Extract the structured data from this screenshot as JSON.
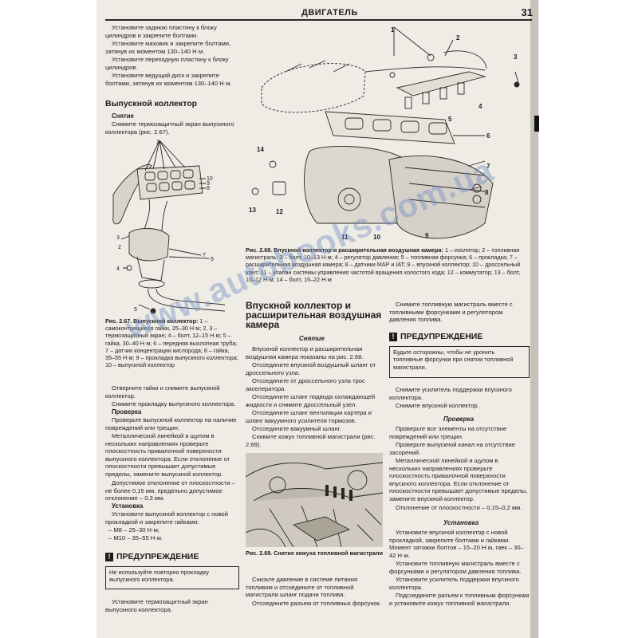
{
  "header": {
    "running_title": "ДВИГАТЕЛЬ",
    "page_number": "31"
  },
  "left": {
    "intro": [
      "Установите заднюю пластину к блоку цилиндров и закрепите болтами.",
      "Установите маховик и закрепите болтами, затянув их моментом 130–140 Н·м.",
      "Установите переходную пластину к блоку цилиндров.",
      "Установите ведущий диск и закрепите болтами, затянув их моментом 130–140 Н·м."
    ],
    "exhaust_heading": "Выпускной коллектор",
    "removal_heading": "Снятие",
    "removal_text": "Снимите термозащитный экран выпускного коллектора (рис. 2.67).",
    "fig67_caption_title": "Рис. 2.67. Выпускной коллектор:",
    "fig67_caption_text": "1 – самоконтрящиеся гайки, 25–30 Н·м; 2, 3 – термозащитный экран; 4 – болт, 12–15 Н·м; 5 – гайка, 30–40 Н·м; 6 – передняя выхлопная труба; 7 – датчик концентрации кислорода; 8 – гайка, 35–55 Н·м; 9 – прокладка выпускного коллектора; 10 – выпускной коллектор",
    "after_fig": [
      "Отверните гайки и снимите выпускной коллектор.",
      "Снимите прокладку выпускного коллектора."
    ],
    "check_heading": "Проверка",
    "check_text": [
      "Проверьте выпускной коллектор на наличие повреждений или трещин.",
      "Металлической линейкой и щупом в нескольких направлениях проверьте плоскостность привалочной поверхности выпускного коллектора. Если отклонение от плоскостности превышает допустимые пределы, замените выпускной коллектор.",
      "Допустимое отклонение от плоскостности – не более 0,15 мм, предельно допустимое отклонение – 0,3 мм."
    ],
    "install_heading": "Установка",
    "install_text": "Установите выпускной коллектор с новой прокладкой и закрепите гайками:",
    "install_items": [
      "– М8 – 25–30 Н·м;",
      "– М10 – 35–55 Н·м."
    ],
    "warning_title": "ПРЕДУПРЕЖДЕНИЕ",
    "warning_text": "Не используйте повторно прокладку выпускного коллектора.",
    "final_text": "Установите термозащитный экран выпускного коллектора."
  },
  "figure68": {
    "callouts": [
      "1",
      "2",
      "3",
      "4",
      "5",
      "6",
      "7",
      "8",
      "9",
      "10",
      "11",
      "12",
      "13",
      "14"
    ],
    "caption_title": "Рис. 2.68. Впускной коллектор и расширительная воздушная камера:",
    "caption_text": "1 – изолятор; 2 – топливная магистраль; 3 – болт, 10–13 Н·м; 4 – регулятор давления; 5 – топливная форсунка; 6 – прокладка; 7 – расширительная воздушная камера; 8 – датчики МАР и IAT; 9 – впускной коллектор; 10 – дроссельный узел; 11 – клапан системы управления частотой вращения холостого хода; 12 – коммутатор; 13 – болт, 10–12 Н·м; 14 – болт, 15–22 Н·м"
  },
  "middle": {
    "intake_heading": "Впускной коллектор и расширительная воздушная камера",
    "removal_heading": "Снятие",
    "removal_text": [
      "Впускной коллектор и расширительная воздушная камера показаны на рис. 2.68.",
      "Отсоедините впускной воздушный шланг от дроссельного узла.",
      "Отсоедините от дроссельного узла трос акселератора.",
      "Отсоедините шланг подвода охлаждающей жидкости и снимите дроссельный узел.",
      "Отсоедините шланг вентиляции картера и шланг вакуумного усилителя тормозов.",
      "Отсоедините вакуумный шланг.",
      "Снимите кожух топливной магистрали (рис. 2.69)."
    ],
    "fig69_caption": "Рис. 2.69. Снятие кожуха топливной магистрали",
    "after_fig": [
      "Снизьте давление в системе питания топливом и отсоедините от топливной магистрали шланг подачи топлива.",
      "Отсоедините разъем от топливных форсунок."
    ]
  },
  "right": {
    "intro": "Снимите топливную магистраль вместе с топливными форсунками и регулятором давления топлива.",
    "warning_title": "ПРЕДУПРЕЖДЕНИЕ",
    "warning_text": "Будьте осторожны, чтобы не уронить топливные форсунки при снятии топливной магистрали.",
    "after_warning": [
      "Снимите усилитель поддержки впускного коллектора.",
      "Снимите впускной коллектор."
    ],
    "check_heading": "Проверка",
    "check_text": [
      "Проверьте все элементы на отсутствие повреждений или трещин.",
      "Проверьте выпускной канал на отсутствие засорений.",
      "Металлической линейкой и щупом в нескольких направлениях проверьте плоскостность привалочной поверхности впускного коллектора. Если отклонение от плоскостности превышает допустимые пределы, замените впускной коллектор.",
      "Отклонение от плоскостности – 0,15–0,2 мм."
    ],
    "install_heading": "Установка",
    "install_text": [
      "Установите впускной коллектор с новой прокладкой, закрепите болтами и гайками. Момент затяжки болтов – 15–20 Н·м, гаек – 30–42 Н·м.",
      "Установите топливную магистраль вместе с форсунками и регулятором давления топлива.",
      "Установите усилитель поддержки впускного коллектора.",
      "Подсоедините разъем к топливным форсункам и установите кожух топливной магистрали."
    ]
  },
  "watermark": "www.autobooks.com.ua",
  "colors": {
    "paper": "#efece6",
    "ink": "#1e1c1a",
    "watermark": "#6e8cc3"
  }
}
